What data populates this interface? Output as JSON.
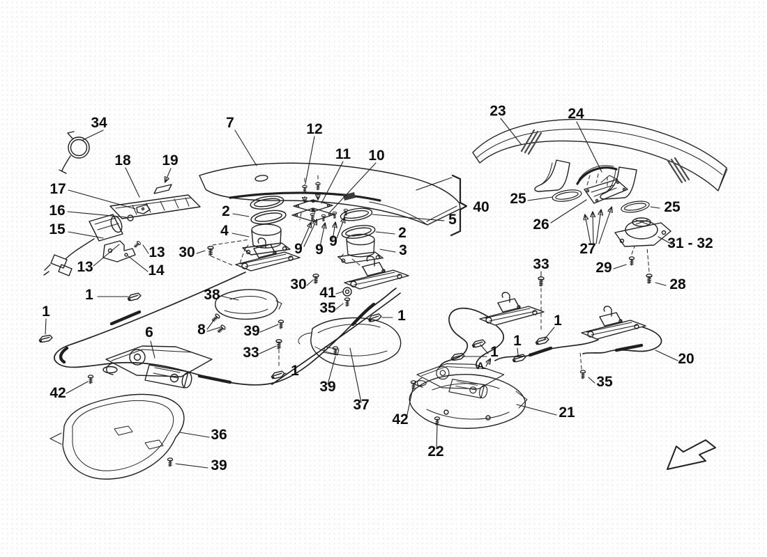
{
  "diagram": {
    "background_color": "#ffffff",
    "line_color": "#1f1f1f",
    "label_color": "#0d0d0d"
  },
  "icons": {
    "direction_arrow": "arrow-down-left"
  },
  "callouts": [
    {
      "text": "34"
    },
    {
      "text": "7"
    },
    {
      "text": "12"
    },
    {
      "text": "11"
    },
    {
      "text": "10"
    },
    {
      "text": "23"
    },
    {
      "text": "24"
    },
    {
      "text": "18"
    },
    {
      "text": "19"
    },
    {
      "text": "17"
    },
    {
      "text": "16"
    },
    {
      "text": "15"
    },
    {
      "text": "13"
    },
    {
      "text": "13"
    },
    {
      "text": "14"
    },
    {
      "text": "30"
    },
    {
      "text": "2"
    },
    {
      "text": "4"
    },
    {
      "text": "9"
    },
    {
      "text": "9"
    },
    {
      "text": "9"
    },
    {
      "text": "5"
    },
    {
      "text": "2"
    },
    {
      "text": "3"
    },
    {
      "text": "40"
    },
    {
      "text": "25"
    },
    {
      "text": "26"
    },
    {
      "text": "27"
    },
    {
      "text": "25"
    },
    {
      "text": "31 - 32"
    },
    {
      "text": "29"
    },
    {
      "text": "28"
    },
    {
      "text": "30"
    },
    {
      "text": "41"
    },
    {
      "text": "35"
    },
    {
      "text": "38"
    },
    {
      "text": "8"
    },
    {
      "text": "39"
    },
    {
      "text": "33"
    },
    {
      "text": "1"
    },
    {
      "text": "1"
    },
    {
      "text": "6"
    },
    {
      "text": "1"
    },
    {
      "text": "1"
    },
    {
      "text": "42"
    },
    {
      "text": "39"
    },
    {
      "text": "37"
    },
    {
      "text": "33"
    },
    {
      "text": "1"
    },
    {
      "text": "1"
    },
    {
      "text": "20"
    },
    {
      "text": "35"
    },
    {
      "text": "21"
    },
    {
      "text": "42"
    },
    {
      "text": "22"
    },
    {
      "text": "36"
    },
    {
      "text": "39"
    },
    {
      "text": "1"
    },
    {
      "text": "A"
    }
  ]
}
